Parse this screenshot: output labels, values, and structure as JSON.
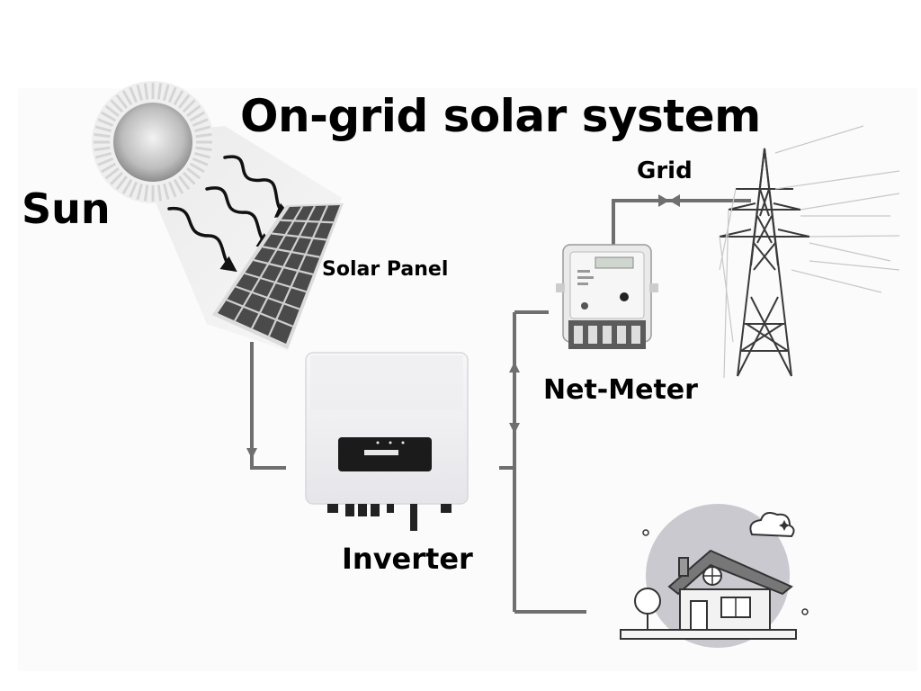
{
  "title": "On-grid solar system",
  "labels": {
    "sun": "Sun",
    "solar_panel": "Solar Panel",
    "grid": "Grid",
    "net_meter": "Net-Meter",
    "inverter": "Inverter"
  },
  "colors": {
    "wire": "#6f6f6f",
    "panel_cell": "#4a4a4a",
    "panel_frame": "#cfcfcf",
    "sun_glow": "#e2e2e2",
    "tower": "#3a3a3a",
    "inverter_body": "#f2f2f4",
    "house_bg": "#c9c9cf"
  }
}
